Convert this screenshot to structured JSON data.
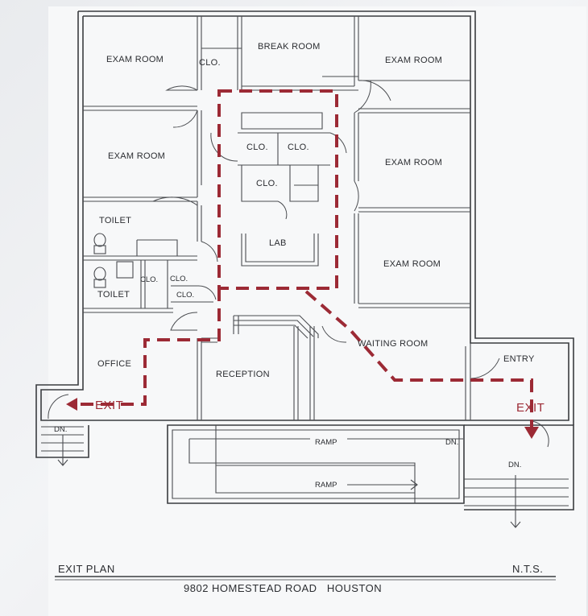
{
  "rooms": {
    "exam_room_1": "EXAM ROOM",
    "exam_room_2": "EXAM ROOM",
    "exam_room_3": "EXAM ROOM",
    "exam_room_4": "EXAM ROOM",
    "exam_room_5": "EXAM ROOM",
    "break_room": "BREAK ROOM",
    "toilet_1": "TOILET",
    "toilet_2": "TOILET",
    "lab": "LAB",
    "office": "OFFICE",
    "reception": "RECEPTION",
    "waiting_room": "WAITING ROOM",
    "entry": "ENTRY"
  },
  "closets": {
    "clo_1": "CLO.",
    "clo_2": "CLO.",
    "clo_3": "CLO.",
    "clo_4": "CLO.",
    "clo_5": "CLO.",
    "clo_6": "CLO.",
    "clo_7": "CLO."
  },
  "stairs": {
    "dn_left": "DN.",
    "dn_right": "DN.",
    "dn_ramp": "DN."
  },
  "ramps": {
    "ramp_1": "RAMP",
    "ramp_2": "RAMP"
  },
  "exits": {
    "exit_left": "EXIT",
    "exit_right": "EXIT",
    "route_color": "#9c2a35"
  },
  "footer": {
    "title": "EXIT PLAN",
    "scale": "N.T.S.",
    "address": "9802 HOMESTEAD ROAD   HOUSTON"
  }
}
